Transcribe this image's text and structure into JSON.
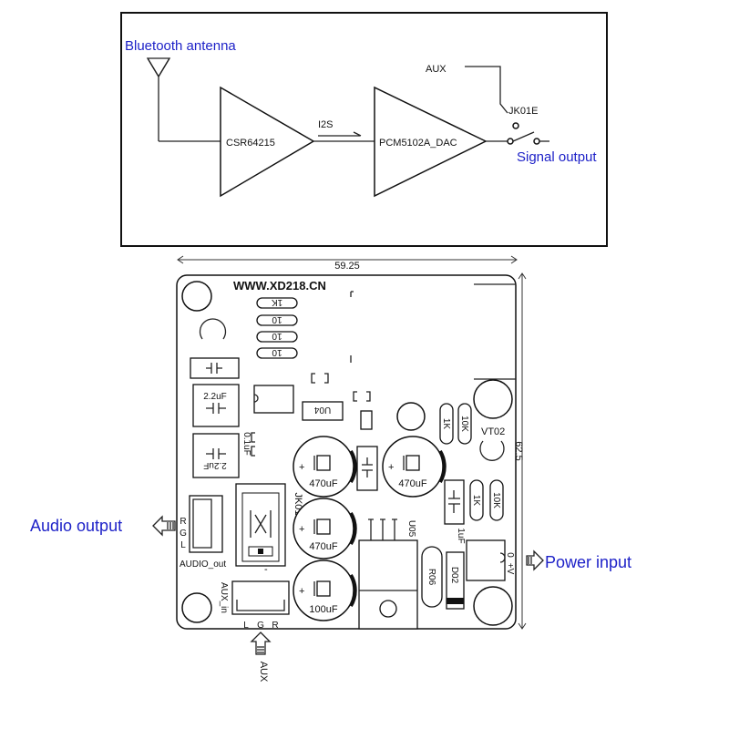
{
  "block_diagram": {
    "bluetooth_antenna": "Bluetooth antenna",
    "csr_chip": "CSR64215",
    "i2s": "I2S",
    "dac_chip": "PCM5102A_DAC",
    "aux": "AUX",
    "jack": "JK01E",
    "signal_output": "Signal output"
  },
  "board": {
    "width_dim": "59.25",
    "height_dim": "62.5",
    "website": "WWW.XD218.CN",
    "resistors_top": [
      "1K",
      "10",
      "10",
      "10"
    ],
    "cap_2_2uf_a": "2.2uF",
    "cap_2_2uf_b": "2.2uF",
    "cap_0_1uf": "0.1uF",
    "u04": "U04",
    "u05": "U05",
    "vt02": "VT02",
    "res_1k_a": "1K",
    "res_10k_a": "10K",
    "res_1k_b": "1K",
    "res_10k_b": "10K",
    "cap_1uf": "1uF",
    "cap_470_a": "470uF",
    "cap_470_b": "470uF",
    "cap_470_c": "470uF",
    "cap_100": "100uF",
    "jk01": "JK01",
    "r06": "R06",
    "d02": "D02",
    "audio_out_pins": [
      "R",
      "G",
      "L"
    ],
    "audio_out_label": "AUDIO_out",
    "aux_in_label": "AUX_in",
    "aux_pins": [
      "L",
      "G",
      "R"
    ],
    "power_minus": "0",
    "power_plus": "+V",
    "plus_sign": "+",
    "minus_sign": "-"
  },
  "annotations": {
    "audio_output": "Audio output",
    "power_input": "Power input",
    "aux_arrow": "AUX"
  },
  "colors": {
    "annotation_blue": "#1e22c8"
  }
}
